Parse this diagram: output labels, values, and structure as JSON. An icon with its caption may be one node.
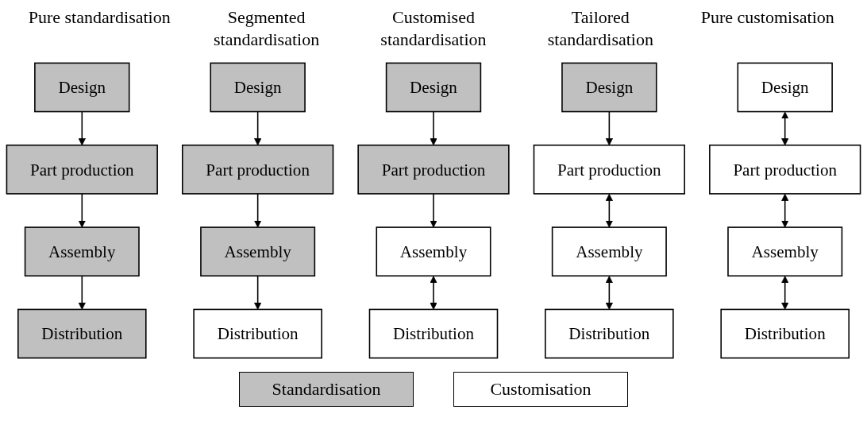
{
  "diagram": {
    "nodes": [
      {
        "text": [
          "Design"
        ]
      },
      {
        "text": [
          "Part production"
        ]
      },
      {
        "text": [
          "Assembly"
        ]
      },
      {
        "text": [
          "Distribution"
        ]
      },
      {
        "text": [
          "Design"
        ]
      },
      {
        "text": [
          "Part production"
        ]
      },
      {
        "text": [
          "Assembly"
        ]
      },
      {
        "text": [
          "Distribution"
        ]
      },
      {
        "text": [
          "Design"
        ]
      },
      {
        "text": [
          "Part production"
        ]
      },
      {
        "text": [
          "Assembly"
        ]
      },
      {
        "text": [
          "Distribution"
        ]
      },
      {
        "text": [
          "Design"
        ]
      },
      {
        "text": [
          "Part production"
        ]
      },
      {
        "text": [
          "Assembly"
        ]
      },
      {
        "text": [
          "Distribution"
        ]
      },
      {
        "text": [
          "Design"
        ]
      },
      {
        "text": [
          "Part production"
        ]
      },
      {
        "text": [
          "Assembly"
        ]
      },
      {
        "text": [
          "Distribution"
        ]
      }
    ],
    "edges": [
      {
        "from": 0,
        "to": 1,
        "arrow": "to"
      },
      {
        "from": 1,
        "to": 2,
        "arrow": "to"
      },
      {
        "from": 2,
        "to": 3,
        "arrow": "to"
      },
      {
        "from": 4,
        "to": 5,
        "arrow": "to"
      },
      {
        "from": 5,
        "to": 6,
        "arrow": "to"
      },
      {
        "from": 6,
        "to": 7,
        "arrow": "to"
      },
      {
        "from": 8,
        "to": 9,
        "arrow": "to"
      },
      {
        "from": 9,
        "to": 10,
        "arrow": "to"
      },
      {
        "from": 10,
        "to": 11,
        "arrow": "both"
      },
      {
        "from": 12,
        "to": 13,
        "arrow": "to"
      },
      {
        "from": 13,
        "to": 14,
        "arrow": "both"
      },
      {
        "from": 14,
        "to": 15,
        "arrow": "both"
      },
      {
        "from": 16,
        "to": 17,
        "arrow": "both"
      },
      {
        "from": 17,
        "to": 18,
        "arrow": "both"
      },
      {
        "from": 18,
        "to": 19,
        "arrow": "both"
      }
    ],
    "labels": [
      "Pure standardisation",
      "Segmented standardisation",
      "Customised standardisation",
      "Tailored standardisation",
      "Pure customisation"
    ],
    "legend": [
      {
        "text": "Standardisation",
        "color": "#c0c0c0"
      },
      {
        "text": "Customisation",
        "color": "#ffffff"
      }
    ]
  }
}
